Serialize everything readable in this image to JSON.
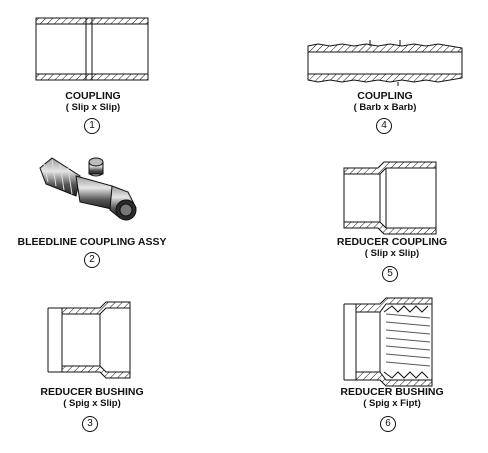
{
  "parts": [
    {
      "name": "COUPLING",
      "spec": "( Slip x Slip)",
      "number": "1"
    },
    {
      "name": "COUPLING",
      "spec": "( Barb x Barb)",
      "number": "4"
    },
    {
      "name": "BLEEDLINE COUPLING ASSY",
      "spec": "",
      "number": "2"
    },
    {
      "name": "REDUCER COUPLING",
      "spec": "( Slip x Slip)",
      "number": "5"
    },
    {
      "name": "REDUCER BUSHING",
      "spec": "( Spig x Slip)",
      "number": "3"
    },
    {
      "name": "REDUCER BUSHING",
      "spec": "( Spig x Fipt)",
      "number": "6"
    }
  ],
  "colors": {
    "line": "#111111",
    "fill_dark": "#2a2a2a",
    "fill_mid": "#777777",
    "fill_light": "#cfcfcf"
  }
}
